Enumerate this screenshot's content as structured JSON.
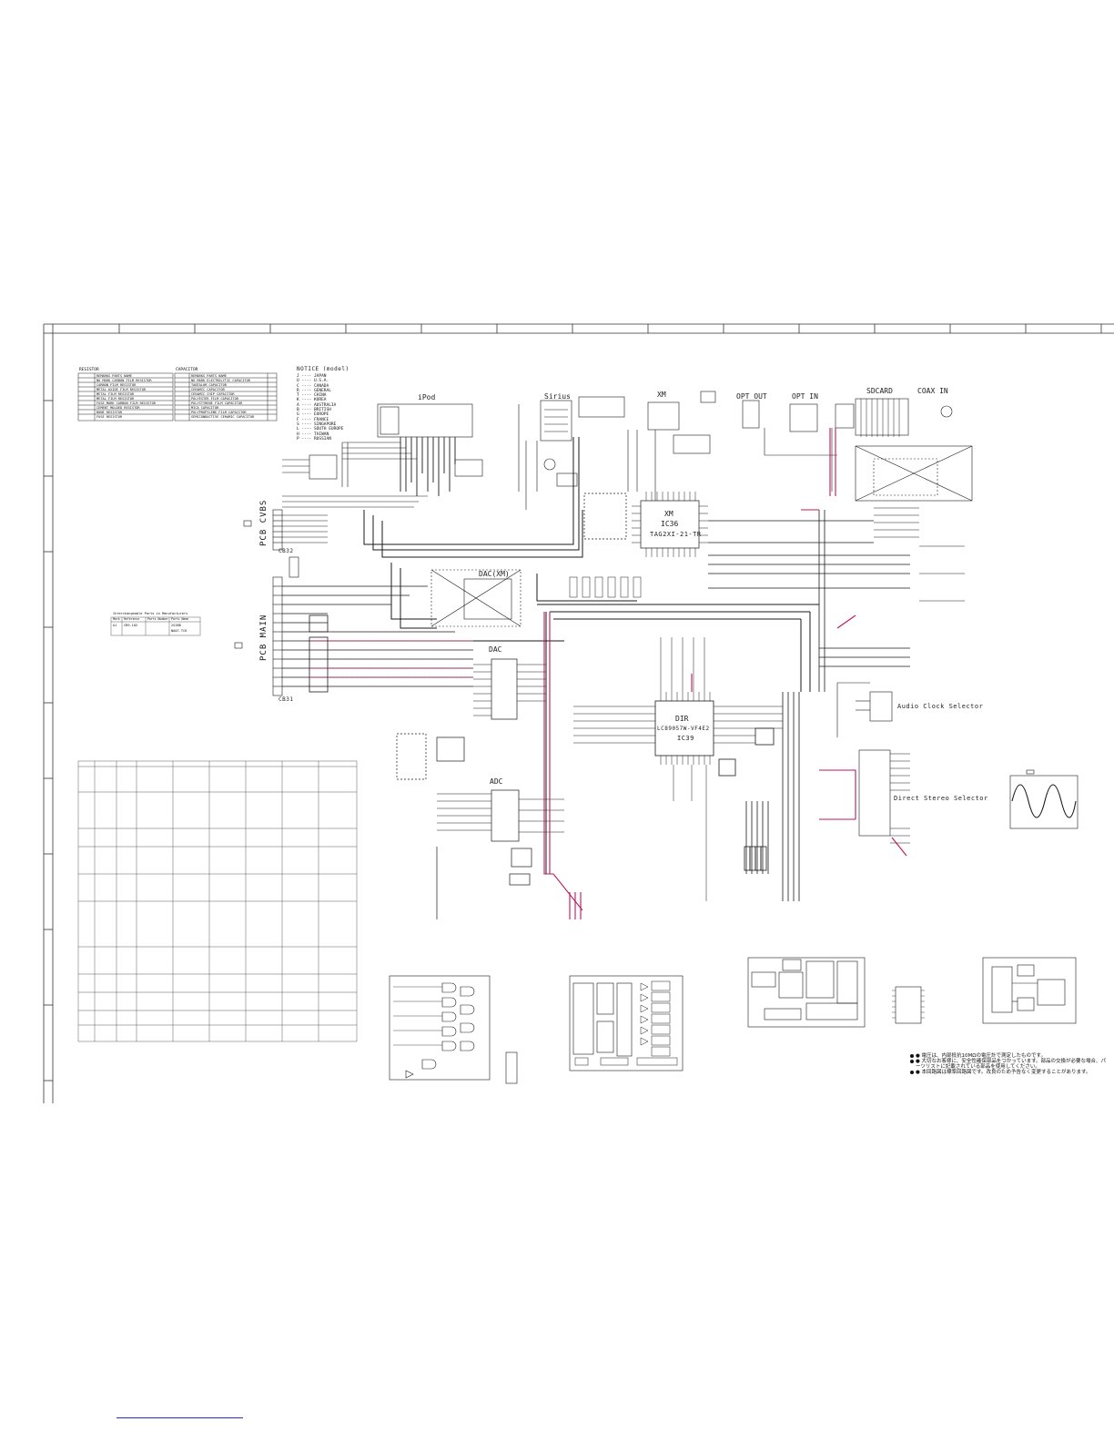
{
  "blocks": {
    "ipod": "iPod",
    "sirius": "Sirius",
    "xm_top": "XM",
    "xm_ic": "XM",
    "xm_ic_num": "IC36",
    "xm_ic_part": "TAG2XI-21-TR",
    "dac_xm": "DAC(XM)",
    "dac": "DAC",
    "adc": "ADC",
    "dir": "DIR",
    "dir_part": "LC89057W-VF4E2",
    "dir_ic": "IC39",
    "opt_out": "OPT OUT",
    "opt_in": "OPT IN",
    "sdcard": "SDCARD",
    "coax_in": "COAX IN",
    "audio_clock_selector": "Audio Clock Selector",
    "direct_stereo_selector": "Direct Stereo Selector"
  },
  "pcb_labels": {
    "cvbs": "PCB CVBS",
    "cvbs_conn": "CB32",
    "main": "PCB MAIN",
    "main_conn": "CB31"
  },
  "notice": {
    "title": "NOTICE (model)",
    "items": [
      "J ---- JAPAN",
      "U ---- U.S.A.",
      "C ---- CANADA",
      "R ---- GENERAL",
      "T ---- CHINA",
      "K ---- KOREA",
      "A ---- AUSTRALIA",
      "B ---- BRITISH",
      "G ---- EUROPE",
      "F ---- FRANCE",
      "S ---- SINGAPORE",
      "L ---- SOUTH EUROPE",
      "H ---- TAIWAN",
      "P ---- RUSSIAN"
    ]
  },
  "legend_resistor": {
    "title": "RESISTOR",
    "rows": [
      "REMARKS  PARTS NAME",
      "NO MARK  CARBON FILM RESISTOR",
      "CARBON FILM RESISTOR",
      "METAL OXIDE FILM RESISTOR",
      "METAL FILM RESISTOR",
      "METAL FILM RESISTOR",
      "FUSE MARK CARBON FILM RESISTOR",
      "CEMENT MOLDED RESISTOR",
      "BONE RESISTOR",
      "FUSE RESISTOR"
    ]
  },
  "legend_capacitor": {
    "title": "CAPACITOR",
    "rows": [
      "REMARKS  PARTS NAME",
      "NO MARK  ELECTROLYTIC CAPACITOR",
      "TANTALUM CAPACITOR",
      "CERAMIC CAPACITOR",
      "CERAMIC CHIP CAPACITOR",
      "POLYESTER FILM CAPACITOR",
      "POLYSTYRENE FILM CAPACITOR",
      "MICA CAPACITOR",
      "POLYPROPYLENE FILM CAPACITOR",
      "SEMICONDUCTIVE CERAMIC CAPACITOR"
    ]
  },
  "interchange_table": {
    "title": "Interchangeable Parts in Manufacturers",
    "header": [
      "Mark",
      "Reference",
      "Parts Number",
      "Parts Name"
    ],
    "rows": [
      [
        "A1",
        "CB9-102",
        "",
        "2S2B8"
      ],
      [
        "",
        "",
        "",
        "NA07-TC6"
      ]
    ]
  },
  "notes": [
    "● 電圧は、内部抵抗10MΩの電圧計で測定したものです。",
    "● 大切なお客様に、安全性確保部品をつかっています。部品の交換が必要な場合、パーツリストに記載されている部品を使用してください。",
    "● 本回路図は標準回路図です。改良のため予告なく変更することがあります。"
  ],
  "colors": {
    "line": "#1a1a1a",
    "highlight": "#c0145e",
    "frame": "#333333",
    "link": "#2a2ae0"
  }
}
